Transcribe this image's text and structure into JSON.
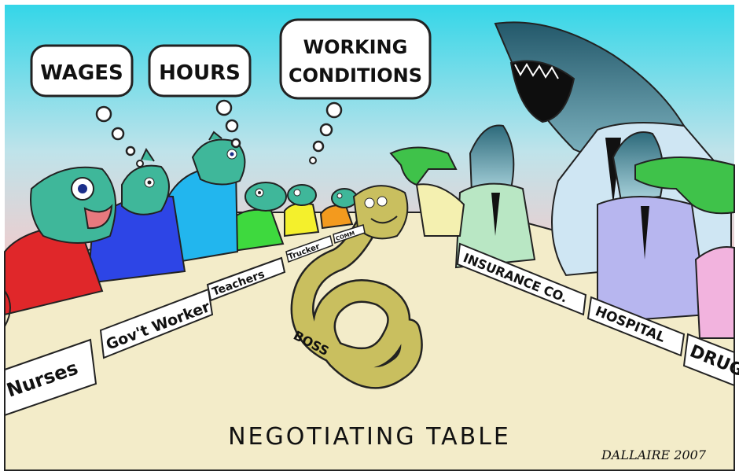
{
  "thought_bubbles": {
    "wages": "WAGES",
    "hours": "HOURS",
    "working_line1": "WORKING",
    "working_line2": "CONDITIONS"
  },
  "name_plates": {
    "nurses": "Nurses",
    "govt_worker": "Gov't Worker",
    "teachers": "Teachers",
    "trucker": "Trucker",
    "comm": "COMM",
    "boss": "BOSS",
    "insurance": "INSURANCE CO.",
    "hospital": "HOSPITAL",
    "drug": "DRUG"
  },
  "caption": "NEGOTIATING TABLE",
  "signature": "DALLAIRE 2007",
  "colors": {
    "sky_top": "#34d6e8",
    "sky_bottom": "#f6c9c9",
    "table": "#f3ecc9",
    "fish_body": "#3fb79a",
    "shark_body": "#3d7a8a",
    "eel_body": "#c9bf5f",
    "nurse_shirt": "#e0272a",
    "govt_shirt": "#2d45e6",
    "teacher_shirt": "#22b6ee",
    "trucker_shirt": "#3ed93e",
    "comm_shirt": "#f4f02c",
    "orange_shirt": "#f39a1e",
    "suit_light": "#cfe6f3",
    "suit_purple": "#b7b6ef",
    "croc_green": "#3fc24a"
  }
}
